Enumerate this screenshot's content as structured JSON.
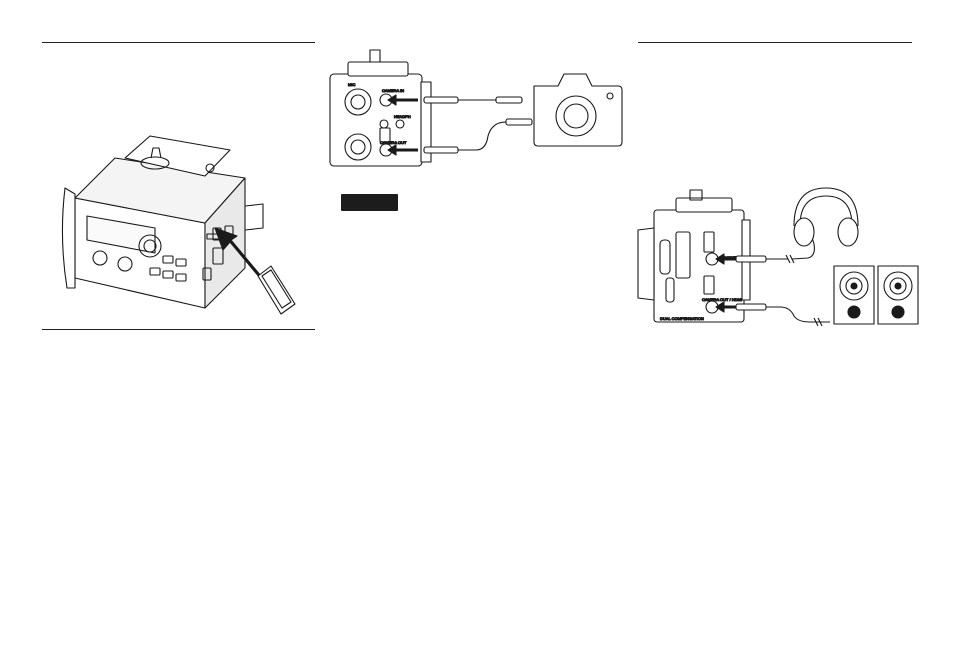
{
  "page": {
    "background": "#ffffff",
    "ink": "#1a1a1a"
  },
  "left_column": {
    "figure_icon": "sd-card-insertion-illustration"
  },
  "middle_column": {
    "figure_icon": "camera-connection-diagram",
    "note_badge_label": ""
  },
  "right_column": {
    "figure_icon": "headphones-speakers-connection-diagram"
  }
}
